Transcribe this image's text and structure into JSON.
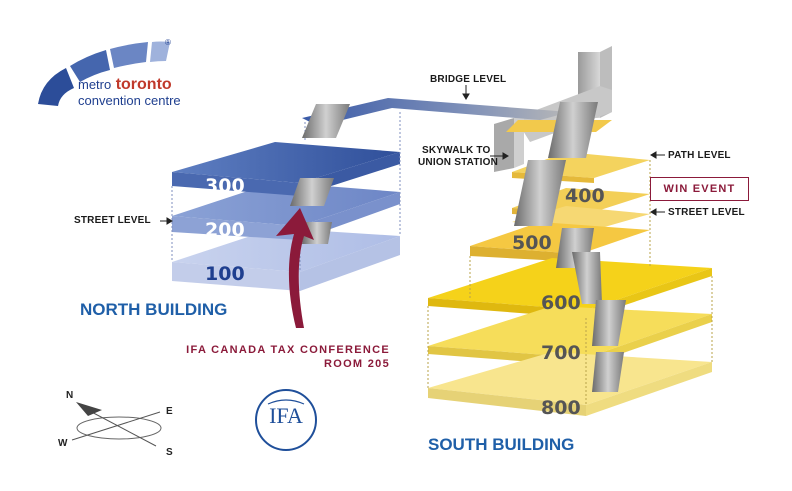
{
  "logo": {
    "word_metro": "metro",
    "word_toronto": "toronto",
    "line2": "convention centre",
    "mark": "®"
  },
  "labels": {
    "bridge_level": "BRIDGE LEVEL",
    "skywalk_line1": "SKYWALK TO",
    "skywalk_line2": "UNION STATION",
    "path_level": "PATH LEVEL",
    "street_level_south": "STREET LEVEL",
    "street_level_north": "STREET LEVEL",
    "win_event": "WIN EVENT",
    "ifa_line1": "IFA CANADA TAX CONFERENCE",
    "ifa_line2": "ROOM 205"
  },
  "north_building": {
    "name": "NORTH BUILDING",
    "floors": [
      "300",
      "200",
      "100"
    ]
  },
  "south_building": {
    "name": "SOUTH BUILDING",
    "floors": [
      "400",
      "500",
      "600",
      "700",
      "800"
    ]
  },
  "compass": {
    "n": "N",
    "e": "E",
    "s": "S",
    "w": "W"
  },
  "ifa_logo": {
    "letters": "IFA"
  },
  "colors": {
    "north_blue": "#4566ae",
    "south_yellow": "#f5c51b",
    "accent_maroon": "#8b1a3a",
    "title_blue": "#1f5fa8"
  }
}
